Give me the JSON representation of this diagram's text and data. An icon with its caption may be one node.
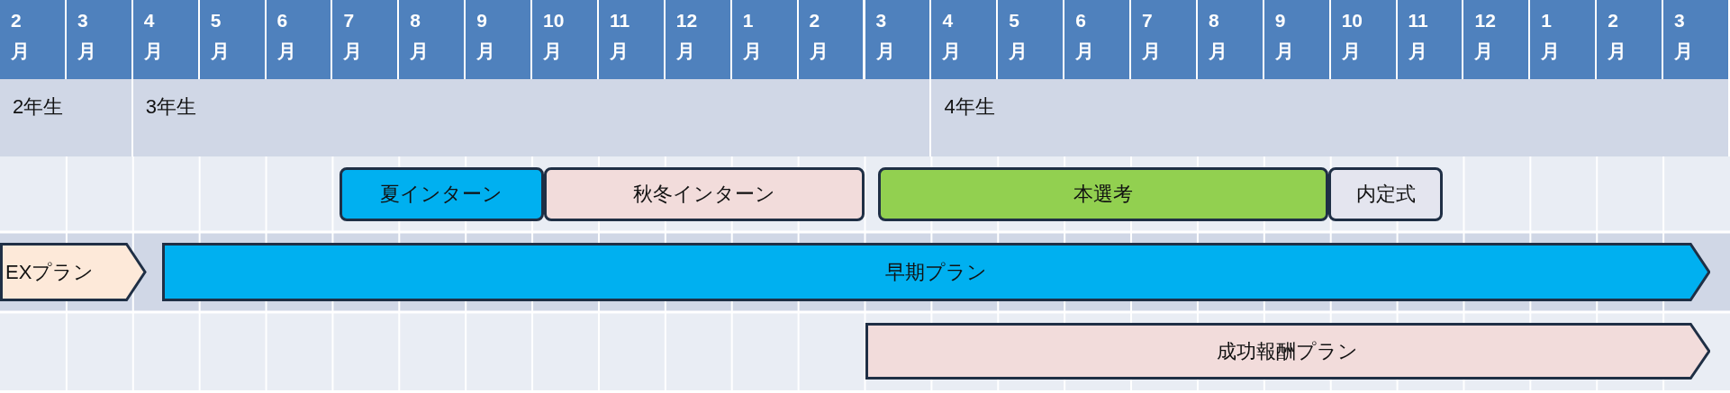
{
  "diagram": {
    "nodes": [
      {
        "text": [
          "2年生"
        ]
      },
      {
        "text": [
          "3年生"
        ]
      },
      {
        "text": [
          "4年生"
        ]
      },
      {
        "text": [
          "夏インターン"
        ]
      },
      {
        "text": [
          "秋冬インターン"
        ]
      },
      {
        "text": [
          "本選考"
        ]
      },
      {
        "text": [
          "内定式"
        ]
      },
      {
        "text": [
          "EXプラン"
        ]
      },
      {
        "text": [
          "早期プラン"
        ]
      },
      {
        "text": [
          "成功報酬プラン"
        ]
      }
    ],
    "edges": [],
    "labels": [
      "2月",
      "3月",
      "4月",
      "5月",
      "6月",
      "7月",
      "8月",
      "9月",
      "10月",
      "11月",
      "12月",
      "1月",
      "2月",
      "3月",
      "4月",
      "5月",
      "6月",
      "7月",
      "8月",
      "9月",
      "10月",
      "11月",
      "12月",
      "1月",
      "2月",
      "3月"
    ]
  }
}
